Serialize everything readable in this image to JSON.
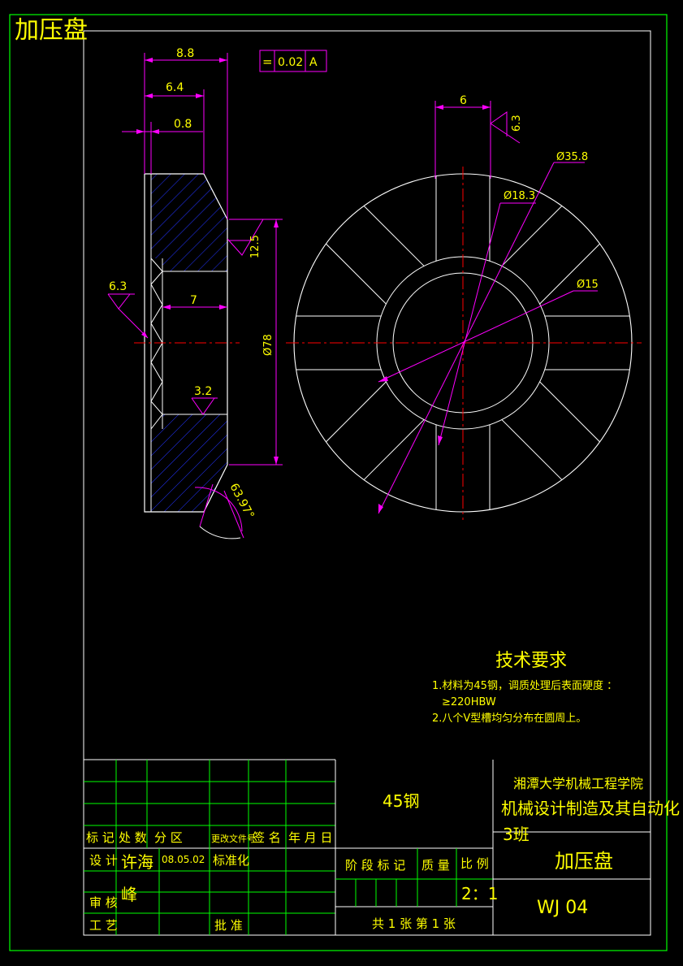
{
  "corner_title": "加压盘",
  "dims": {
    "d_8_8": "8.8",
    "d_6_4": "6.4",
    "d_0_8": "0.8",
    "d_7": "7",
    "d_6": "6",
    "phi_78": "Ø78",
    "phi_35_8": "Ø35.8",
    "phi_18_3": "Ø18.3",
    "phi_15": "Ø15",
    "angle": "63.97°"
  },
  "tolerance": {
    "symbol": "=",
    "value": "0.02",
    "datum": "A"
  },
  "roughness": {
    "r12_5": "12.5",
    "r6_3_left": "6.3",
    "r3_2": "3.2",
    "r6_3_right": "6.3"
  },
  "tech": {
    "title": "技术要求",
    "line1": "1.材料为45钢，调质处理后表面硬度 ：",
    "line1b": "≥220HBW",
    "line2": "2.八个V型槽均匀分布在圆周上。"
  },
  "title_block": {
    "material": "45钢",
    "school": "湘潭大学机械工程学院",
    "major": "机械设计制造及其自动化",
    "klass": "3班",
    "part_name": "加压盘",
    "code": "WJ 04",
    "h_mark": "标 记",
    "h_count": "处 数",
    "h_zone": "分  区",
    "h_doc": "更改文件号",
    "h_sign": "签 名",
    "h_date": "年 月 日",
    "l_design": "设 计",
    "designer": "许海",
    "designer2": "峰",
    "design_date": "08.05.02",
    "l_std": "标准化",
    "l_review": "审 核",
    "l_craft": "工 艺",
    "l_approve": "批 准",
    "l_stage": "阶 段 标 记",
    "l_mass": "质 量",
    "l_scale": "比 例",
    "scale": "2：1",
    "sheets": "共 1  张  第 1  张"
  },
  "colors": {
    "yellow": "#ffff00",
    "magenta": "#ff00ff",
    "green": "#00ff00",
    "white": "#ffffff",
    "blue": "#0000ff",
    "red": "#ff0000"
  }
}
